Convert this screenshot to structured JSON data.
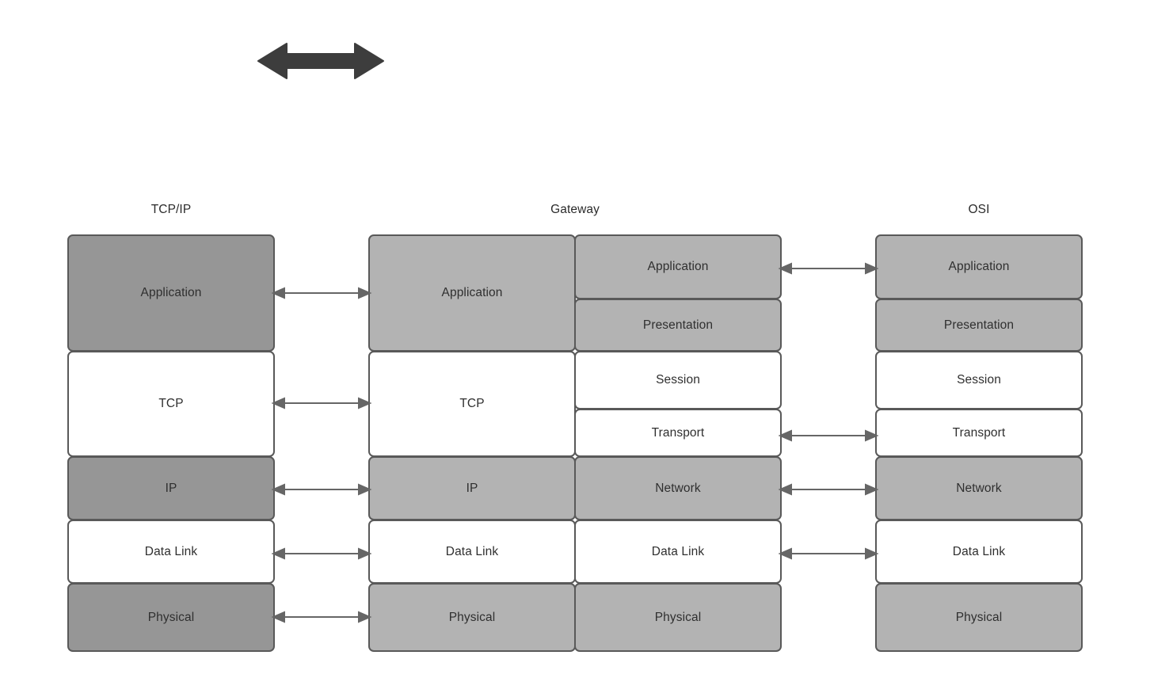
{
  "diagram": {
    "title_top_arrow": "bidirectional-arrow",
    "colors": {
      "dark_gray_fill": "#969696",
      "gray_fill": "#b3b3b3",
      "white_fill": "#ffffff",
      "border": "#595959",
      "text": "#2f2f2f",
      "arrow": "#666666",
      "top_arrow": "#3d3d3d"
    },
    "columns": [
      {
        "id": "tcpip",
        "title": "TCP/IP",
        "layers": [
          {
            "label": "Application",
            "fill": "dark"
          },
          {
            "label": "TCP",
            "fill": "white"
          },
          {
            "label": "IP",
            "fill": "dark"
          },
          {
            "label": "Data Link",
            "fill": "white"
          },
          {
            "label": "Physical",
            "fill": "dark"
          }
        ]
      },
      {
        "id": "gateway",
        "title": "Gateway",
        "left_stack": {
          "layers": [
            {
              "label": "Application",
              "fill": "gray"
            },
            {
              "label": "TCP",
              "fill": "white"
            },
            {
              "label": "IP",
              "fill": "gray"
            },
            {
              "label": "Data Link",
              "fill": "white"
            },
            {
              "label": "Physical",
              "fill": "gray"
            }
          ]
        },
        "right_stack": {
          "layers": [
            {
              "label": "Application",
              "fill": "gray"
            },
            {
              "label": "Presentation",
              "fill": "gray"
            },
            {
              "label": "Session",
              "fill": "white"
            },
            {
              "label": "Transport",
              "fill": "white"
            },
            {
              "label": "Network",
              "fill": "gray"
            },
            {
              "label": "Data Link",
              "fill": "white"
            },
            {
              "label": "Physical",
              "fill": "gray"
            }
          ]
        }
      },
      {
        "id": "osi",
        "title": "OSI",
        "layers": [
          {
            "label": "Application",
            "fill": "gray"
          },
          {
            "label": "Presentation",
            "fill": "gray"
          },
          {
            "label": "Session",
            "fill": "white"
          },
          {
            "label": "Transport",
            "fill": "white"
          },
          {
            "label": "Network",
            "fill": "gray"
          },
          {
            "label": "Data Link",
            "fill": "white"
          },
          {
            "label": "Physical",
            "fill": "gray"
          }
        ]
      }
    ],
    "connectors_left": [
      {
        "from": "TCP/IP Application",
        "to": "Gateway Application"
      },
      {
        "from": "TCP/IP TCP",
        "to": "Gateway TCP"
      },
      {
        "from": "TCP/IP IP",
        "to": "Gateway IP"
      },
      {
        "from": "TCP/IP Data Link",
        "to": "Gateway Data Link"
      },
      {
        "from": "TCP/IP Physical",
        "to": "Gateway Physical"
      }
    ],
    "connectors_right": [
      {
        "from": "Gateway Application",
        "to": "OSI Application"
      },
      {
        "from": "Gateway Transport",
        "to": "OSI Transport"
      },
      {
        "from": "Gateway Network",
        "to": "OSI Network"
      },
      {
        "from": "Gateway Data Link",
        "to": "OSI Data Link"
      }
    ]
  }
}
